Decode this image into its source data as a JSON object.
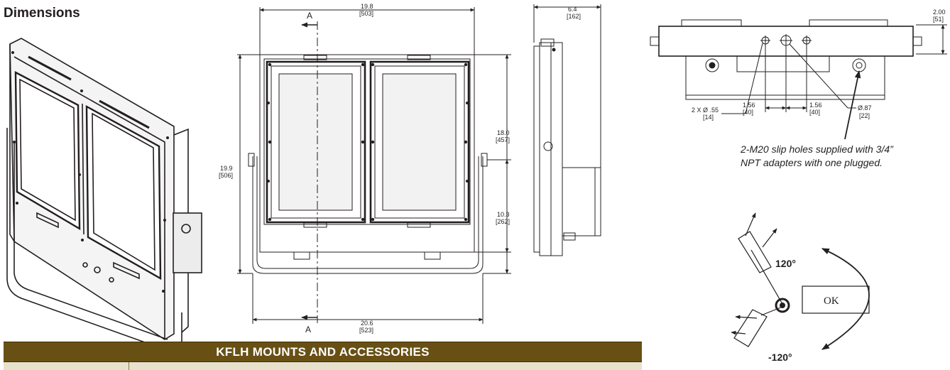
{
  "page": {
    "title": "Dimensions"
  },
  "front_view": {
    "section_label_top": "A",
    "section_label_bottom": "A",
    "width_top_in": "19.8",
    "width_top_mm": "[503]",
    "width_bottom_in": "20.6",
    "width_bottom_mm": "[523]",
    "height_total_in": "19.9",
    "height_total_mm": "[506]",
    "height_body_in": "18.0",
    "height_body_mm": "[457]",
    "height_mount_in": "10.3",
    "height_mount_mm": "[262]"
  },
  "side_view": {
    "depth_in": "6.4",
    "depth_mm": "[162]"
  },
  "bottom_view": {
    "height_in": "2.00",
    "height_mm": "[51]",
    "holes_label_in": "2 X Ø .55",
    "holes_label_mm": "[14]",
    "spacing_left_in": "1.56",
    "spacing_left_mm": "[40]",
    "spacing_right_in": "1.56",
    "spacing_right_mm": "[40]",
    "center_hole_in": "Ø.87",
    "center_hole_mm": "[22]",
    "note_line1": "2-M20 slip holes supplied with 3/4”",
    "note_line2": "NPT adapters with one plugged."
  },
  "rotation": {
    "angle_up": "120°",
    "angle_down": "-120°",
    "ok_label": "OK"
  },
  "table": {
    "header": "KFLH MOUNTS AND ACCESSORIES"
  },
  "colors": {
    "table_header_bg": "#685014",
    "table_row_bg": "#e8e2cc",
    "line": "#231f20"
  }
}
